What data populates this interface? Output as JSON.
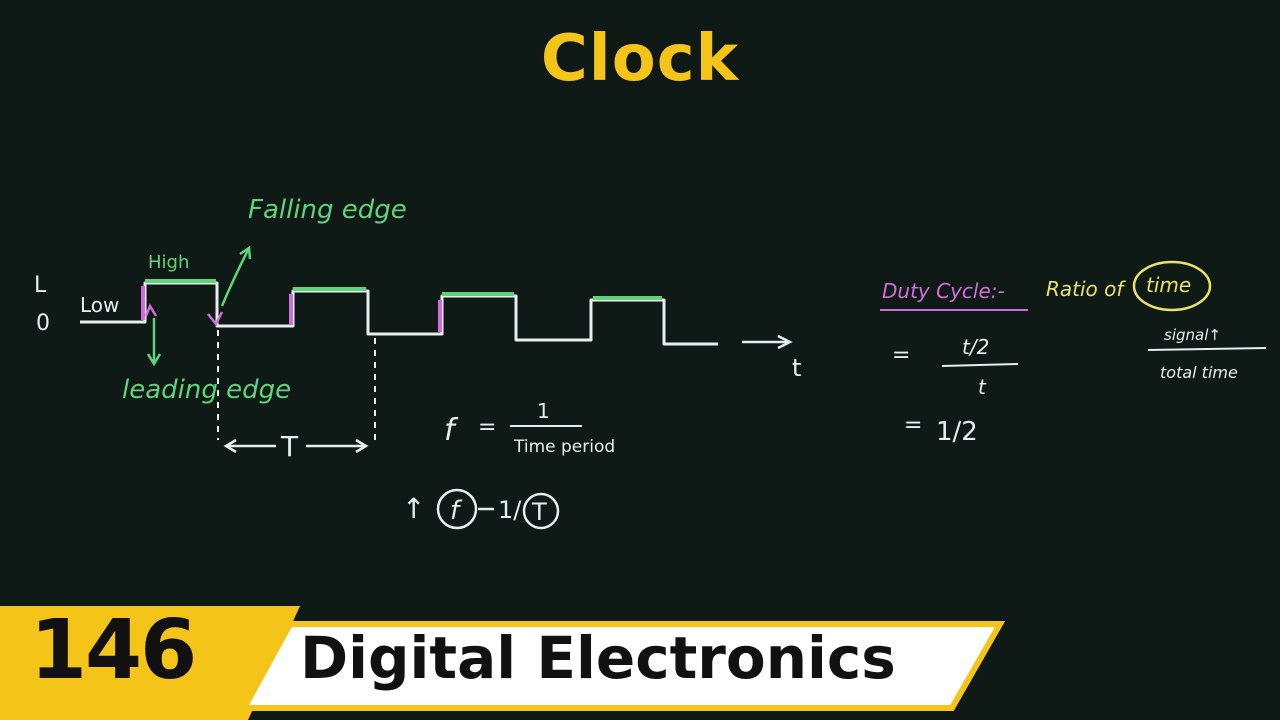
{
  "title": "Clock",
  "colors": {
    "background": "#0f1a16",
    "accent_yellow": "#f5c419",
    "chalk_white": "#e8eef0",
    "chalk_green": "#5fd37a",
    "chalk_pink": "#d06fd8",
    "chalk_yellow": "#e9e36a"
  },
  "waveform": {
    "level_high": "L",
    "level_low": "0",
    "low_label": "Low",
    "high_label": "High",
    "falling_edge_label": "Falling edge",
    "leading_edge_label": "leading edge",
    "time_axis_label": "t",
    "period_label": "T"
  },
  "frequency": {
    "f_symbol": "f",
    "equals": "=",
    "numerator": "1",
    "denominator": "Time period",
    "relation_arrow": "↑",
    "relation_f": "f",
    "relation_rhs_prefix": "1/",
    "relation_T": "T"
  },
  "duty_cycle": {
    "heading": "Duty Cycle:-",
    "ratio_prefix": "Ratio of",
    "ratio_word": "time",
    "fraction_top": "signal↑",
    "fraction_bottom": "total time",
    "eq1": "=",
    "step1_num": "t/2",
    "step1_den": "t",
    "eq2": "=",
    "step2": "1/2"
  },
  "banner": {
    "episode_number": "146",
    "course_name": "Digital Electronics"
  }
}
